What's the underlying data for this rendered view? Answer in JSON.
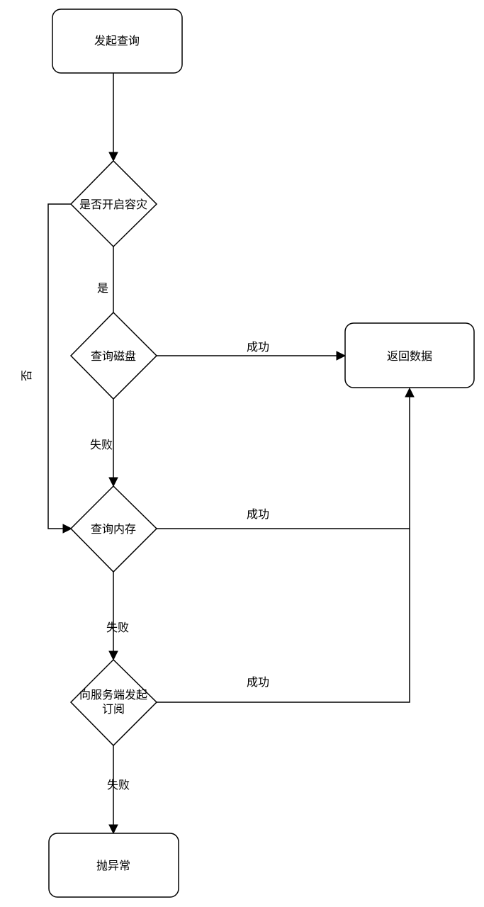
{
  "nodes": {
    "start": {
      "text": "发起查询"
    },
    "dr_check": {
      "text": "是否开启容灾"
    },
    "disk_query": {
      "text": "查询磁盘"
    },
    "return_data": {
      "text": "返回数据"
    },
    "mem_query": {
      "text": "查询内存"
    },
    "server_sub": {
      "text_line1": "向服务端发起",
      "text_line2": "订阅"
    },
    "throw": {
      "text": "抛异常"
    }
  },
  "edges": {
    "dr_yes": {
      "label": "是"
    },
    "dr_no": {
      "label": "否"
    },
    "disk_success": {
      "label": "成功"
    },
    "disk_fail": {
      "label": "失败"
    },
    "mem_success": {
      "label": "成功"
    },
    "mem_fail": {
      "label": "失败"
    },
    "sub_success": {
      "label": "成功"
    },
    "sub_fail": {
      "label": "失败"
    }
  }
}
